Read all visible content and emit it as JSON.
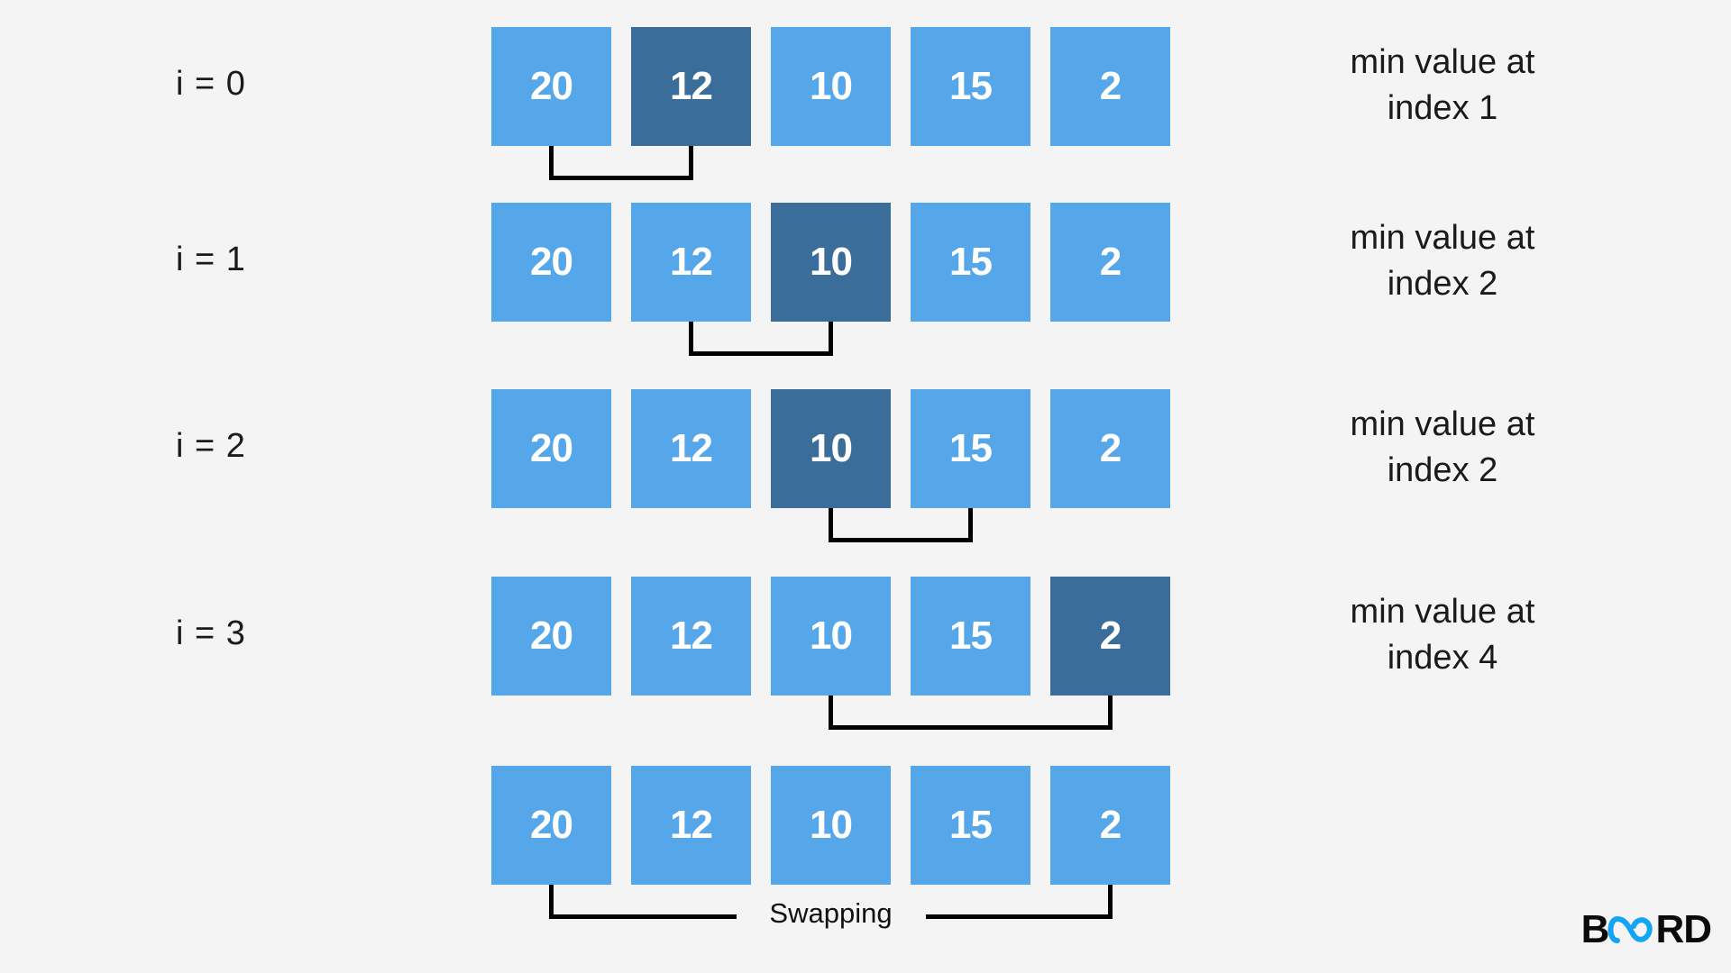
{
  "theme": {
    "background": "#f4f4f4",
    "box_fill": "#55a7ea",
    "box_selected_fill": "#3a6d99",
    "box_text": "#ffffff",
    "connector_stroke": "#000000",
    "text_color": "#1a1a1a",
    "logo_accent": "#12a5f4",
    "logo_text": "#0b0b0b"
  },
  "algorithm": "selection-sort",
  "rows": [
    {
      "iteration_label": "i = 0",
      "values": [
        "20",
        "12",
        "10",
        "15",
        "2"
      ],
      "selected_index": 1,
      "note_line1": "min value at",
      "note_line2": "index 1",
      "connector": {
        "from_index": 0,
        "to_index": 1
      }
    },
    {
      "iteration_label": "i = 1",
      "values": [
        "20",
        "12",
        "10",
        "15",
        "2"
      ],
      "selected_index": 2,
      "note_line1": "min value at",
      "note_line2": "index 2",
      "connector": {
        "from_index": 1,
        "to_index": 2
      }
    },
    {
      "iteration_label": "i = 2",
      "values": [
        "20",
        "12",
        "10",
        "15",
        "2"
      ],
      "selected_index": 2,
      "note_line1": "min value at",
      "note_line2": "index 2",
      "connector": {
        "from_index": 2,
        "to_index": 3
      }
    },
    {
      "iteration_label": "i = 3",
      "values": [
        "20",
        "12",
        "10",
        "15",
        "2"
      ],
      "selected_index": 4,
      "note_line1": "min value at",
      "note_line2": "index 4",
      "connector": {
        "from_index": 2,
        "to_index": 4
      }
    },
    {
      "iteration_label": "",
      "values": [
        "20",
        "12",
        "10",
        "15",
        "2"
      ],
      "selected_index": -1,
      "note_line1": "",
      "note_line2": "",
      "connector": {
        "from_index": 0,
        "to_index": 4
      },
      "connector_label": "Swapping"
    }
  ],
  "logo": {
    "prefix": "B",
    "symbol": "infinity",
    "suffix": "RD"
  }
}
